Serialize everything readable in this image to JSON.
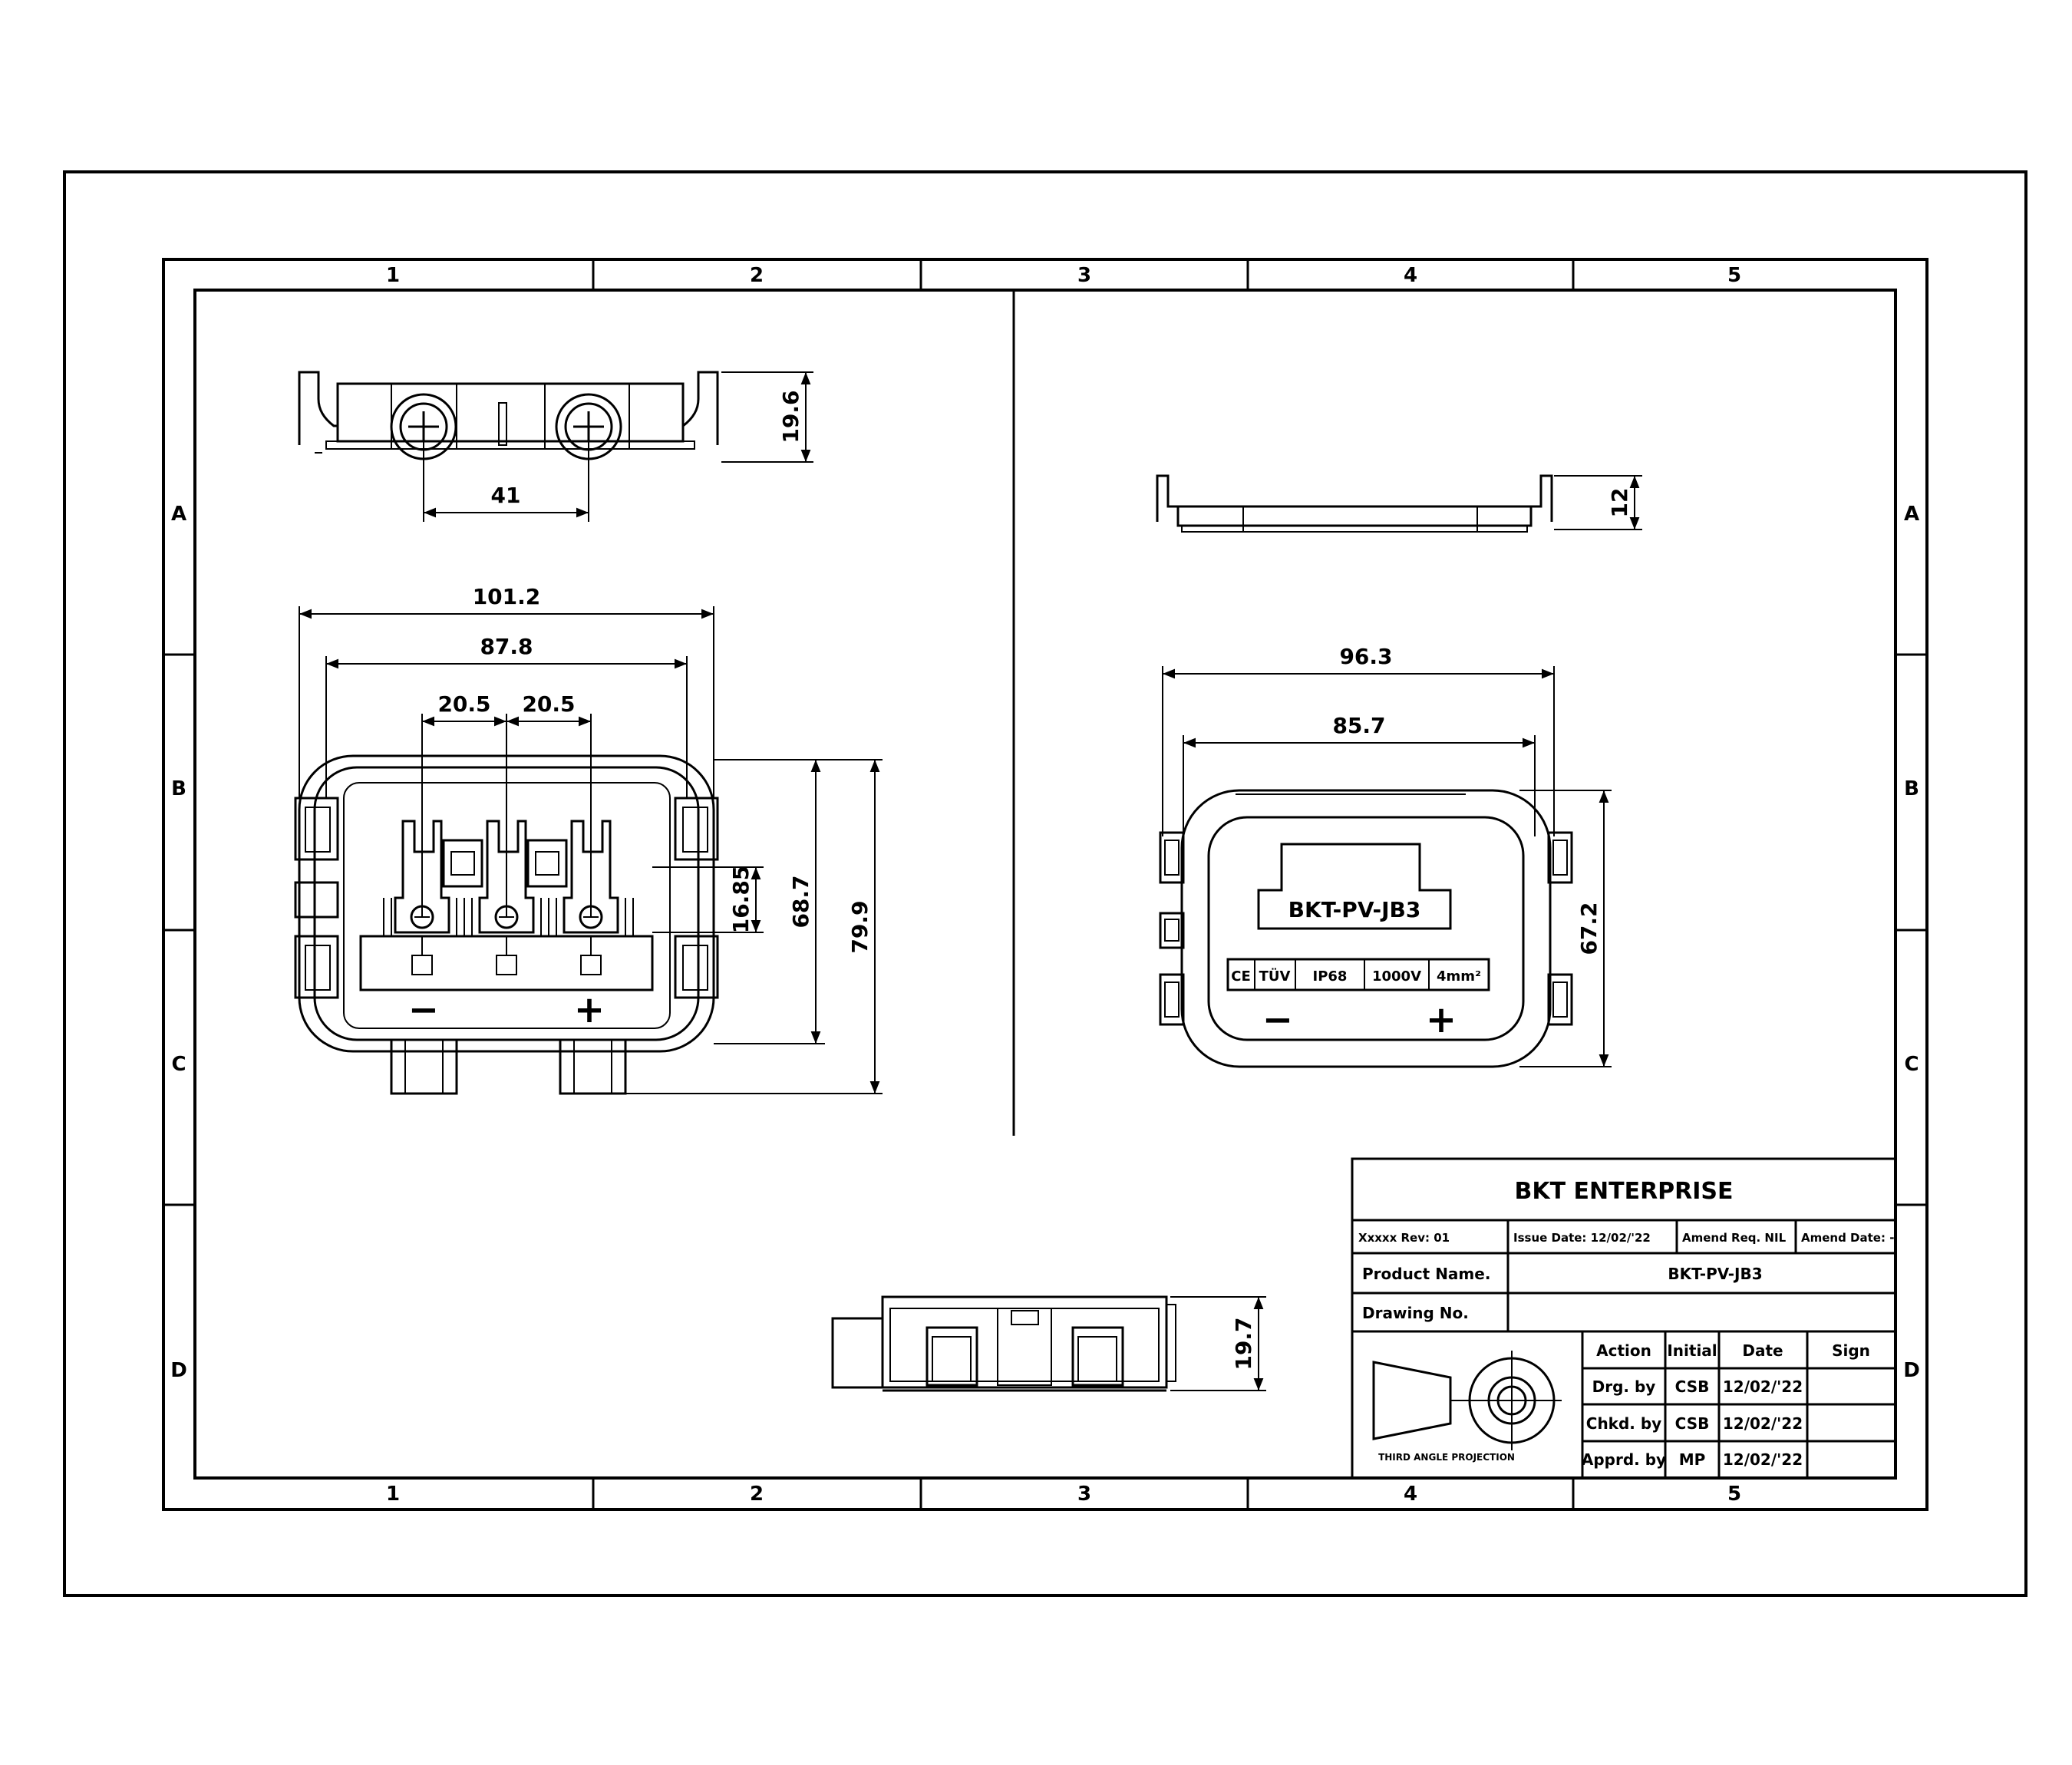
{
  "zones": {
    "columns": [
      "1",
      "2",
      "3",
      "4",
      "5"
    ],
    "rows": [
      "A",
      "B",
      "C",
      "D"
    ]
  },
  "dimensions": {
    "top_view_height": "19.6",
    "top_view_spacing": "41",
    "front_outer_width": "101.2",
    "front_inner_width": "87.8",
    "pitch_left": "20.5",
    "pitch_right": "20.5",
    "terminal_height": "16.85",
    "body_height": "68.7",
    "overall_height": "79.9",
    "cover_side_height": "12",
    "cover_outer_width": "96.3",
    "cover_inner_width": "85.7",
    "cover_height": "67.2",
    "bottom_view_height": "19.7"
  },
  "front_view": {
    "minus_symbol": "−",
    "plus_symbol": "+"
  },
  "cover_label": {
    "model": "BKT-PV-JB3",
    "ratings": [
      "CE",
      "TÜV",
      "IP68",
      "1000V",
      "4mm²"
    ],
    "minus_symbol": "−",
    "plus_symbol": "+"
  },
  "title_block": {
    "company": "BKT ENTERPRISE",
    "zone_row": [
      "Xxxxx Rev: 01",
      "Issue Date: 12/02/'22",
      "Amend Req. NIL",
      "Amend Date: -"
    ],
    "product_name_label": "Product Name.",
    "product_name_value": "BKT-PV-JB3",
    "drawing_no_label": "Drawing No.",
    "drawing_no_value": "",
    "projection_caption": "THIRD ANGLE PROJECTION",
    "table_headers": [
      "Action",
      "Initial",
      "Date",
      "Sign"
    ],
    "table_rows": [
      {
        "action": "Drg. by",
        "initial": "CSB",
        "date": "12/02/'22",
        "sign": ""
      },
      {
        "action": "Chkd. by",
        "initial": "CSB",
        "date": "12/02/'22",
        "sign": ""
      },
      {
        "action": "Apprd. by",
        "initial": "MP",
        "date": "12/02/'22",
        "sign": ""
      }
    ]
  }
}
